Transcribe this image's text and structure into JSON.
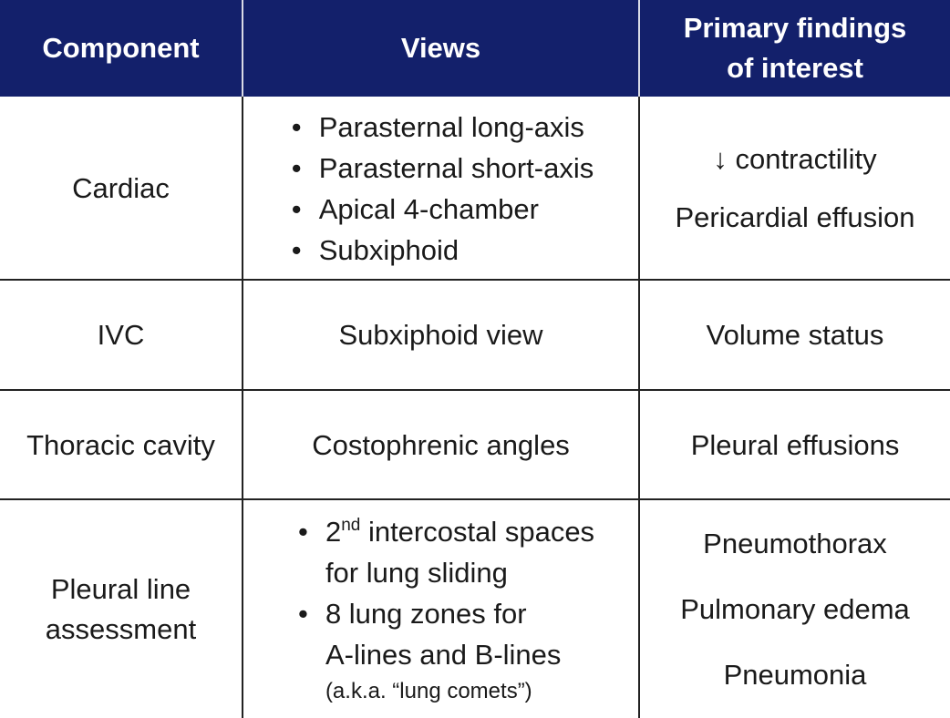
{
  "header": {
    "component": "Component",
    "views": "Views",
    "findings_line1": "Primary findings",
    "findings_line2": "of interest"
  },
  "rows": [
    {
      "component": "Cardiac",
      "views": [
        "Parasternal long-axis",
        "Parasternal short-axis",
        "Apical 4-chamber",
        "Subxiphoid"
      ],
      "findings": [
        "↓ contractility",
        "Pericardial effusion"
      ]
    },
    {
      "component": "IVC",
      "views_text": "Subxiphoid view",
      "findings": [
        "Volume status"
      ]
    },
    {
      "component": "Thoracic cavity",
      "views_text": "Costophrenic angles",
      "findings": [
        "Pleural effusions"
      ]
    },
    {
      "component_line1": "Pleural line",
      "component_line2": "assessment",
      "views": {
        "bullet1_prefix": "2",
        "bullet1_sup": "nd",
        "bullet1_rest": " intercostal spaces",
        "bullet1_line2": "for lung sliding",
        "bullet2_line1": "8 lung zones for",
        "bullet2_line2": "A-lines and B-lines",
        "bullet2_note": "(a.k.a. “lung comets”)"
      },
      "findings": [
        "Pneumothorax",
        "Pulmonary edema",
        "Pneumonia"
      ]
    }
  ],
  "colors": {
    "header_bg": "#13206b",
    "header_text": "#ffffff",
    "grid": "#222222"
  }
}
